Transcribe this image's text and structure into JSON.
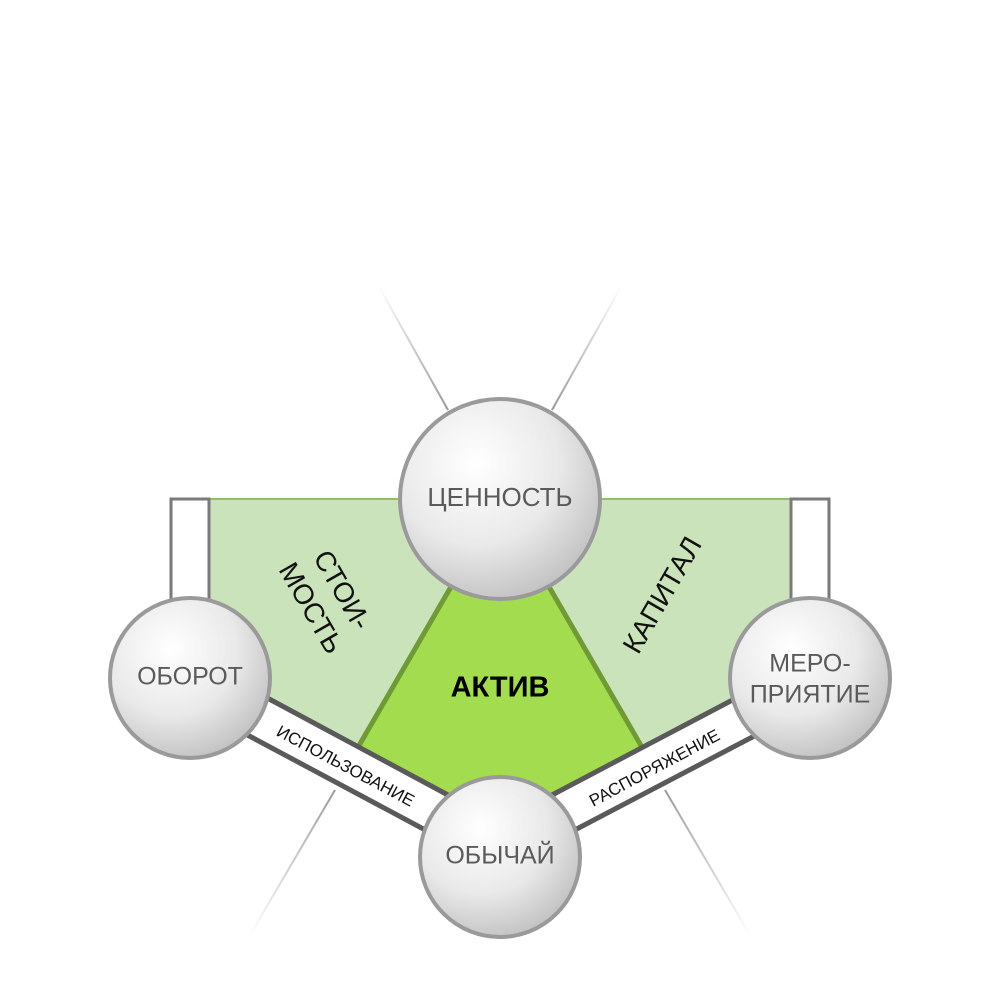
{
  "nodes": {
    "top": "ЦЕННОСТЬ",
    "left": "ОБОРОТ",
    "right_line1": "МЕРО-",
    "right_line2": "ПРИЯТИЕ",
    "bottom": "ОБЫЧАЙ"
  },
  "regions": {
    "left_line1": "СТОИ-",
    "left_line2": "МОСТЬ",
    "right": "КАПИТАЛ",
    "center": "АКТИВ"
  },
  "edges": {
    "left": "ИСПОЛЬЗОВАНИЕ",
    "right": "РАСПОРЯЖЕНИЕ"
  },
  "colors": {
    "light_green": "#cbe3bb",
    "bright_green": "#a3dc4f",
    "dark_green_outline": "#6f9a35",
    "node_fill_light": "#f7f7f7",
    "node_fill_dark": "#c8c8c8",
    "node_stroke": "#9a9a9a",
    "band_stroke": "#5a5a5a"
  }
}
